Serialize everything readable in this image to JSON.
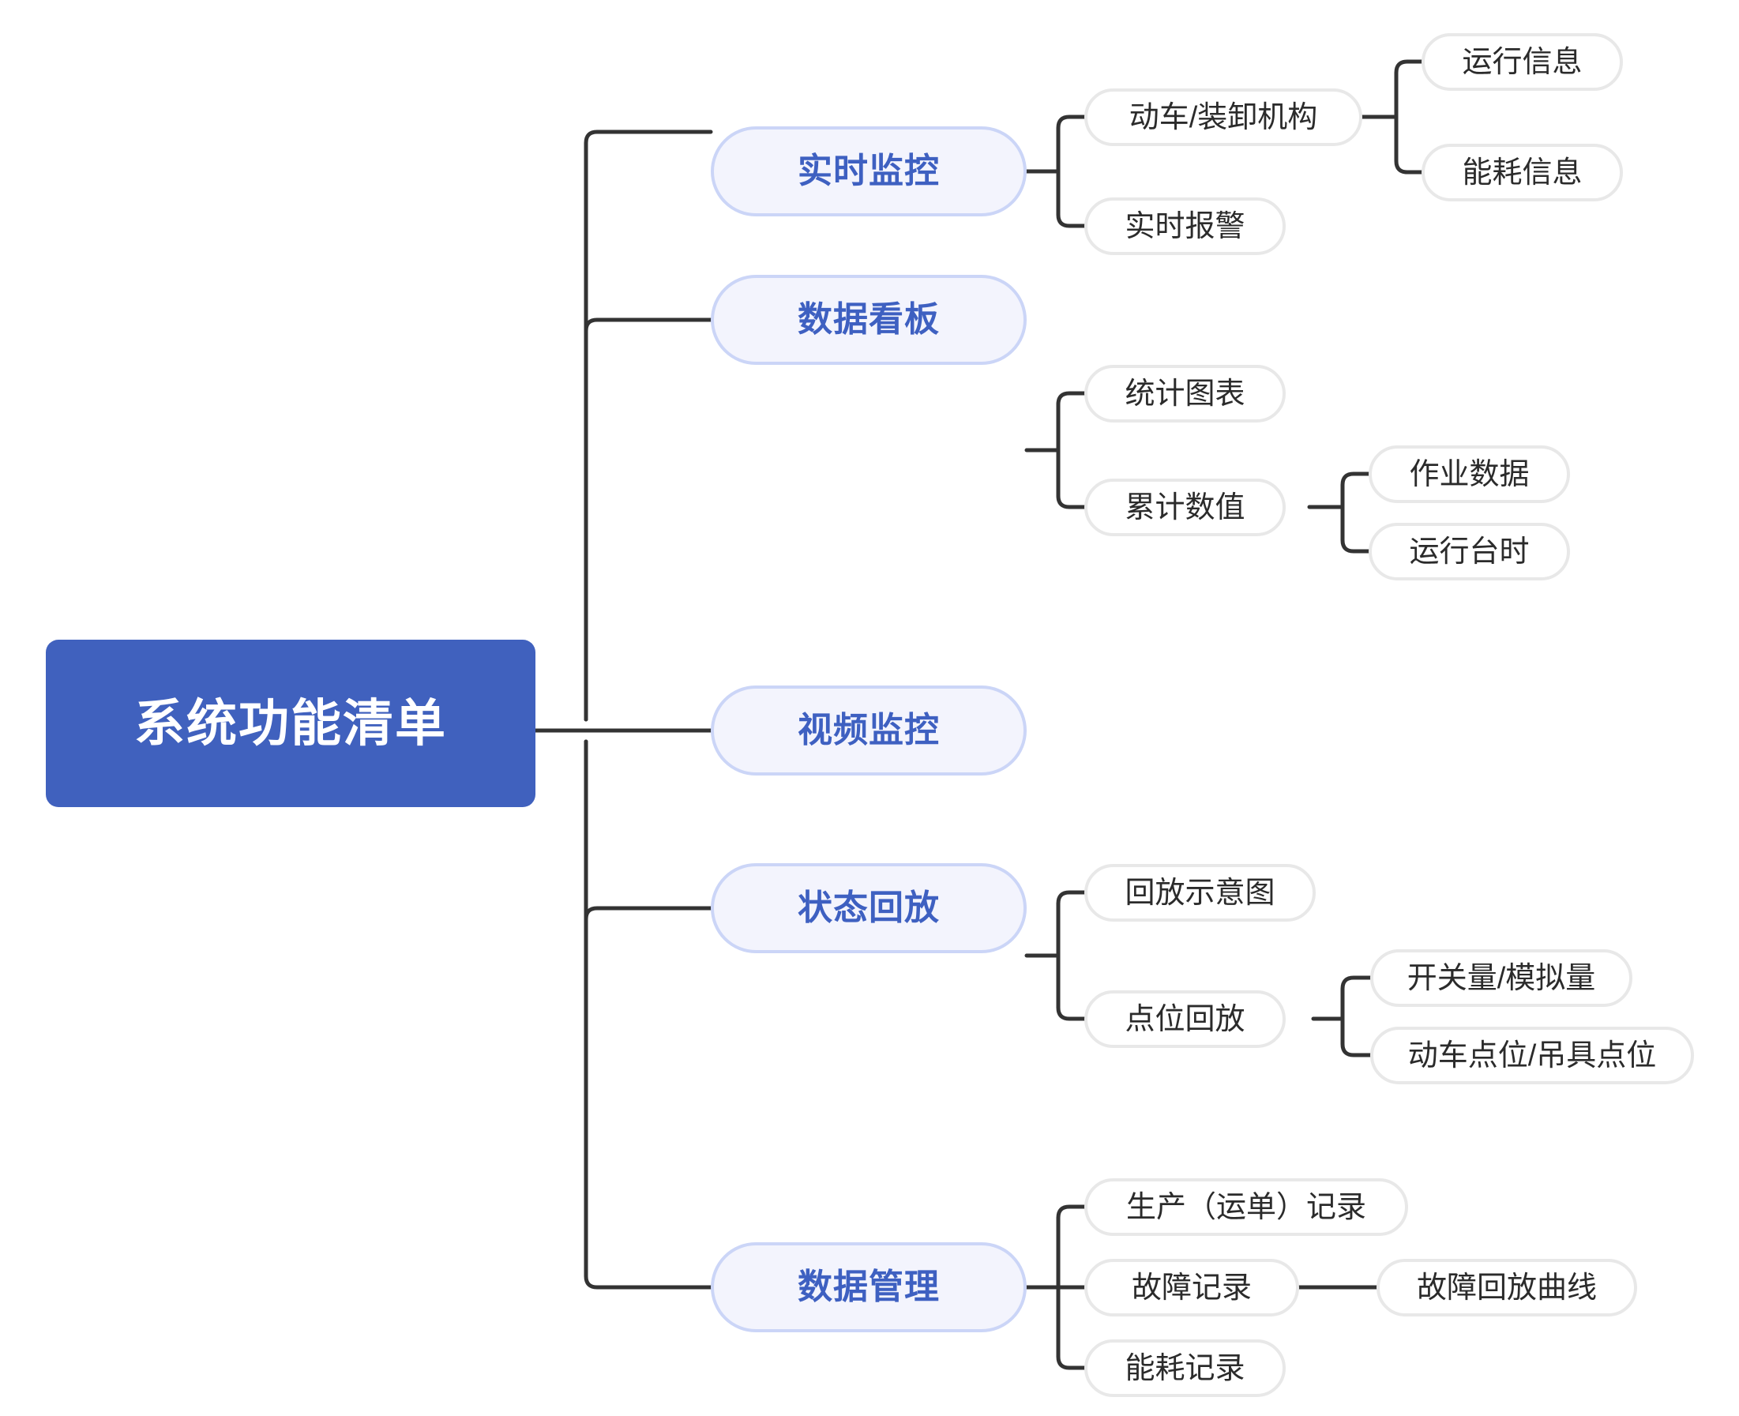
{
  "diagram": {
    "type": "mindmap",
    "title": "系统功能清单",
    "orientation": "left-to-right",
    "colors": {
      "root_fill": "#4061BE",
      "root_text": "#FFFFFF",
      "branch_fill": "#F3F4FD",
      "branch_border": "#CBD5F7",
      "branch_text": "#3E60C1",
      "leaf_fill": "#FFFFFF",
      "leaf_border": "#E8E8E8",
      "leaf_text": "#2B2B2B",
      "connector": "#333333",
      "background": "#FFFFFF"
    }
  },
  "root": {
    "label": "系统功能清单"
  },
  "branches": [
    {
      "label": "实时监控",
      "children": [
        {
          "label": "动车/装卸机构",
          "children": [
            {
              "label": "运行信息"
            },
            {
              "label": "能耗信息"
            }
          ]
        },
        {
          "label": "实时报警",
          "children": []
        }
      ]
    },
    {
      "label": "数据看板",
      "children": [
        {
          "label": "统计图表",
          "children": []
        },
        {
          "label": "累计数值",
          "children": [
            {
              "label": "作业数据"
            },
            {
              "label": "运行台时"
            }
          ]
        }
      ]
    },
    {
      "label": "视频监控",
      "children": []
    },
    {
      "label": "状态回放",
      "children": [
        {
          "label": "回放示意图",
          "children": []
        },
        {
          "label": "点位回放",
          "children": [
            {
              "label": "开关量/模拟量"
            },
            {
              "label": "动车点位/吊具点位"
            }
          ]
        }
      ]
    },
    {
      "label": "数据管理",
      "children": [
        {
          "label": "生产（运单）记录",
          "children": []
        },
        {
          "label": "故障记录",
          "children": [
            {
              "label": "故障回放曲线"
            }
          ]
        },
        {
          "label": "能耗记录",
          "children": []
        }
      ]
    }
  ]
}
